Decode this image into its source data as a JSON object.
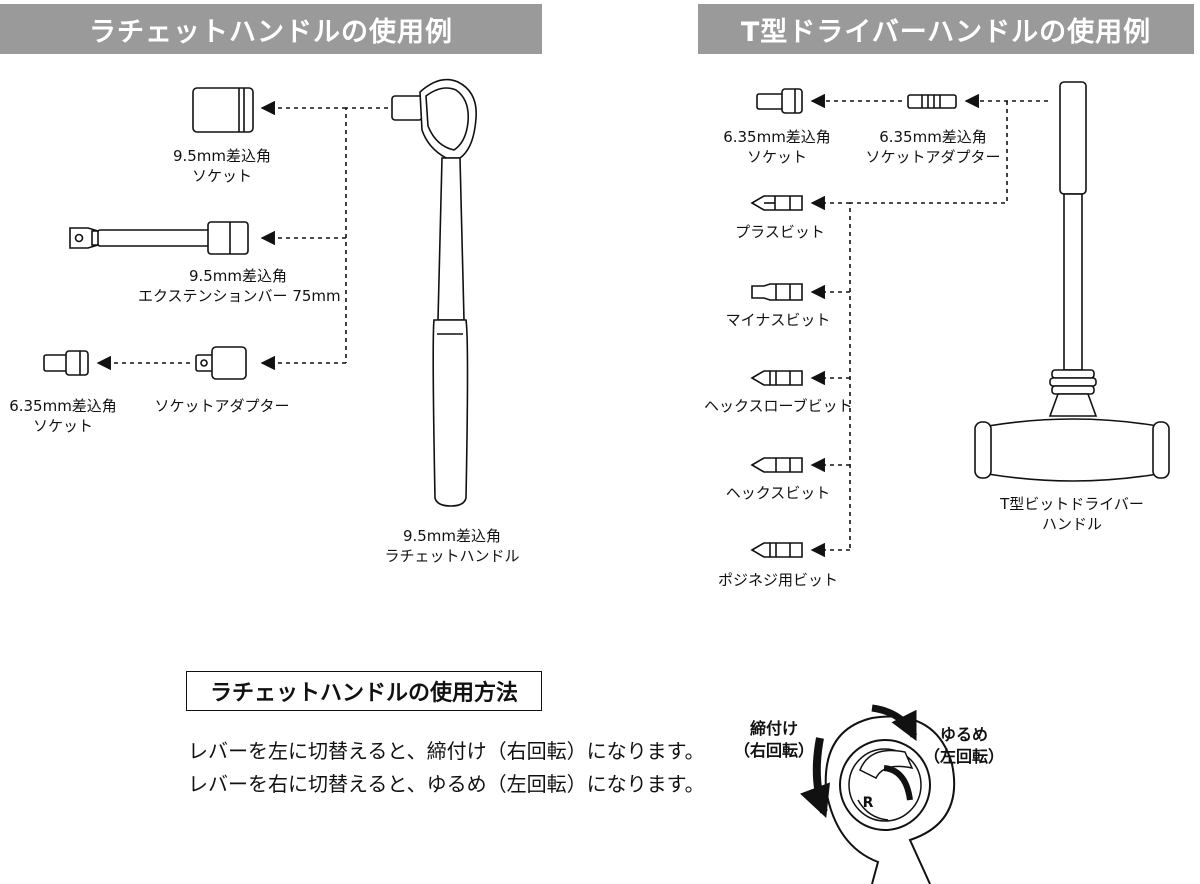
{
  "headers": {
    "left": "ラチェットハンドルの使用例",
    "right": "T型ドライバーハンドルの使用例"
  },
  "left_labels": {
    "socket_95": [
      "9.5mm差込角",
      "ソケット"
    ],
    "extension_bar": [
      "9.5mm差込角",
      "エクステンションバー 75mm"
    ],
    "socket_635": [
      "6.35mm差込角",
      "ソケット"
    ],
    "socket_adapter": [
      "ソケットアダプター"
    ],
    "ratchet_handle": [
      "9.5mm差込角",
      "ラチェットハンドル"
    ]
  },
  "right_labels": {
    "socket_635": [
      "6.35mm差込角",
      "ソケット"
    ],
    "socket_adapter_635": [
      "6.35mm差込角",
      "ソケットアダプター"
    ],
    "plus_bit": [
      "プラスビット"
    ],
    "minus_bit": [
      "マイナスビット"
    ],
    "hex_lobe_bit": [
      "ヘックスローブビット"
    ],
    "hex_bit": [
      "ヘックスビット"
    ],
    "pozidriv_bit": [
      "ポジネジ用ビット"
    ],
    "t_handle": [
      "T型ビットドライバー",
      "ハンドル"
    ]
  },
  "usage": {
    "title": "ラチェットハンドルの使用方法",
    "line1": "レバーを左に切替えると、締付け（右回転）になります。",
    "line2": "レバーを右に切替えると、ゆるめ（左回転）になります。",
    "tighten": [
      "締付け",
      "（右回転）"
    ],
    "loosen": [
      "ゆるめ",
      "（左回転）"
    ],
    "lever_mark": "R"
  }
}
